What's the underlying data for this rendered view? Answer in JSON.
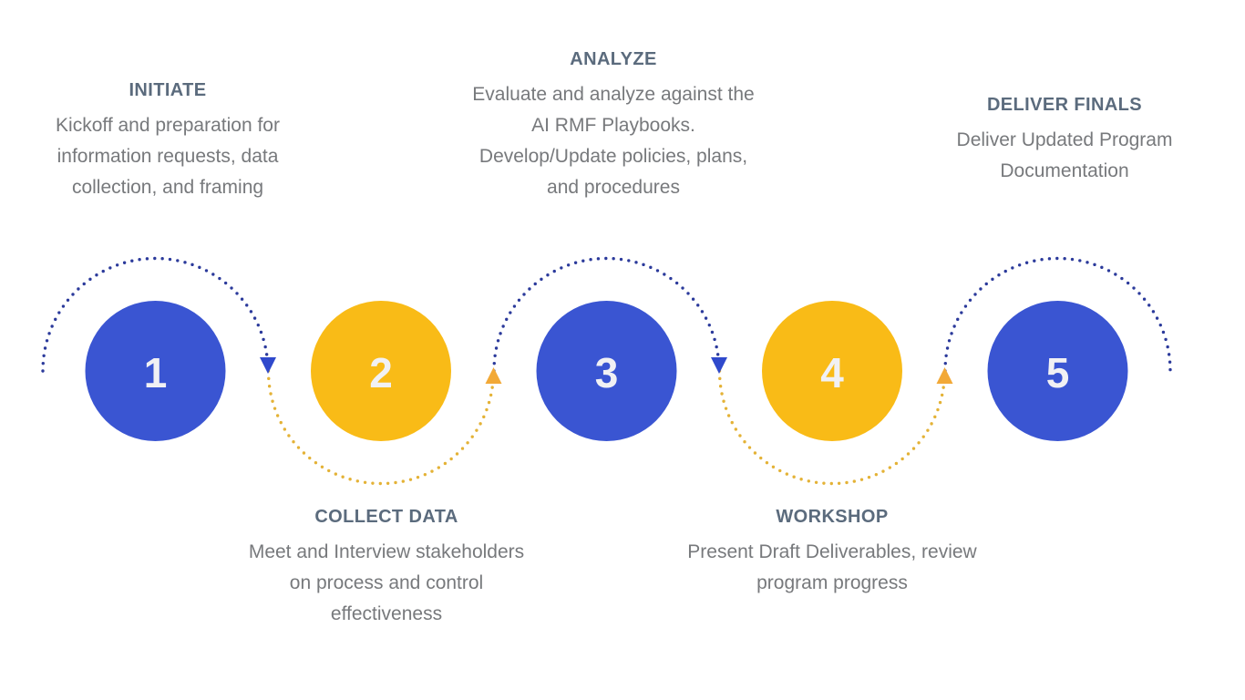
{
  "diagram": {
    "steps": [
      {
        "number": "1",
        "title": "INITIATE",
        "description": "Kickoff and preparation for\ninformation requests, data\ncollection, and framing",
        "circle_color": "blue",
        "label_position": "top"
      },
      {
        "number": "2",
        "title": "COLLECT DATA",
        "description": "Meet and Interview stakeholders\non process and control\neffectiveness",
        "circle_color": "yellow",
        "label_position": "bottom"
      },
      {
        "number": "3",
        "title": "ANALYZE",
        "description": "Evaluate and analyze against the\nAI RMF Playbooks.\nDevelop/Update policies, plans,\nand procedures",
        "circle_color": "blue",
        "label_position": "top"
      },
      {
        "number": "4",
        "title": "WORKSHOP",
        "description": "Present Draft Deliverables, review\nprogram progress",
        "circle_color": "yellow",
        "label_position": "bottom"
      },
      {
        "number": "5",
        "title": "DELIVER FINALS",
        "description": "Deliver Updated Program\nDocumentation",
        "circle_color": "blue",
        "label_position": "top"
      }
    ],
    "colors": {
      "circle_blue": "#3A55D2",
      "circle_yellow": "#F9BB17",
      "dot_blue": "#2B3A9B",
      "dot_yellow": "#E4B236",
      "arrow_blue": "#2F49CC",
      "arrow_yellow": "#F2A937",
      "heading_text": "#5B6B7D",
      "body_text": "#77797C",
      "number_text": "#F1F1F4",
      "background": "#FFFFFF"
    }
  }
}
